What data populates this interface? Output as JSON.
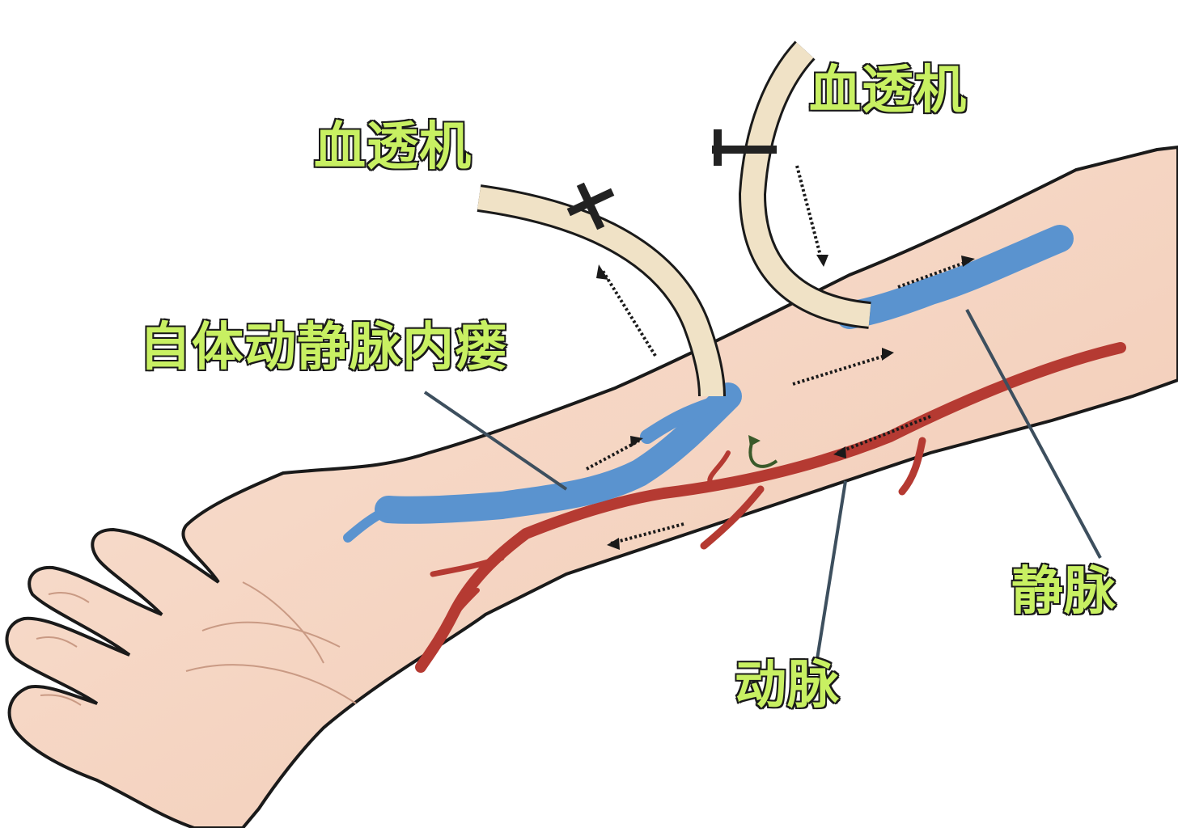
{
  "labels": {
    "machine_left": "血透机",
    "machine_right": "血透机",
    "fistula": "自体动静脉内瘘",
    "vein": "静脉",
    "artery": "动脉"
  },
  "colors": {
    "label_fill": "#c8f062",
    "label_stroke": "#1a1a1a",
    "skin": "#f6d6c2",
    "vein": "#5a93cf",
    "artery": "#b53a32",
    "tube": "#f0e2c6",
    "leader_line": "#3d4f5e"
  },
  "icons": [
    "flow-arrow-icon",
    "clamp-icon",
    "curved-arrow-icon"
  ]
}
